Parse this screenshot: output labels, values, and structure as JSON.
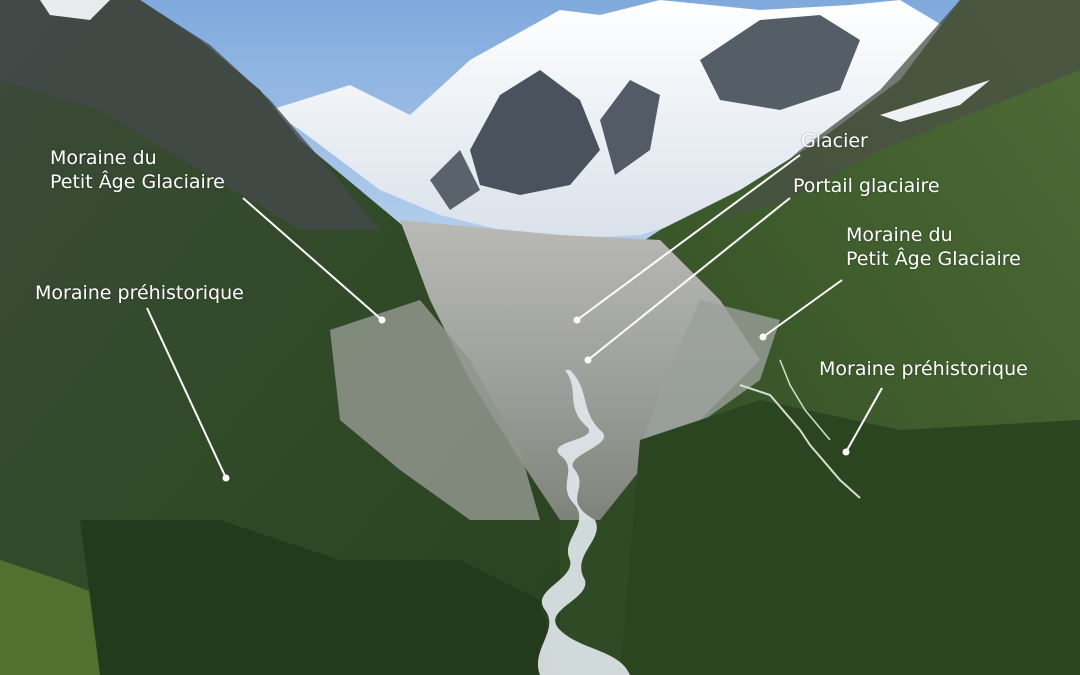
{
  "annotations": {
    "left_moraine_lia": {
      "line1": "Moraine du",
      "line2": "Petit Âge Glaciaire"
    },
    "left_moraine_prehistoric": {
      "text": "Moraine préhistorique"
    },
    "glacier": {
      "text": "Glacier"
    },
    "glacial_portal": {
      "text": "Portail glaciaire"
    },
    "right_moraine_lia": {
      "line1": "Moraine du",
      "line2": "Petit Âge Glaciaire"
    },
    "right_moraine_prehistoric": {
      "text": "Moraine préhistorique"
    }
  },
  "colors": {
    "sky": "#8fb6e3",
    "snow": "#eef2f6",
    "rock_dark": "#3f4650",
    "valley_gray": "#a7a9a6",
    "slope_green_dark": "#2b4322",
    "slope_green_mid": "#4f6a3a",
    "river": "#dfe6ea",
    "label_text": "#ffffff"
  }
}
